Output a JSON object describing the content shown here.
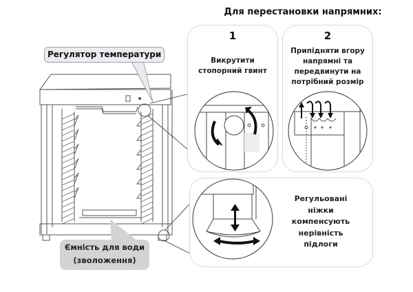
{
  "title": "Для перестановки напрямних:",
  "steps": [
    {
      "number": "1",
      "text_lines": [
        "Викрутити",
        "стопорний гвинт"
      ]
    },
    {
      "number": "2",
      "text_lines": [
        "Припідняти вгору",
        "напрямні та",
        "передвинути на",
        "потрібний розмір"
      ]
    }
  ],
  "feet_panel": {
    "text_lines": [
      "Регульовані",
      "ніжки",
      "компенсують",
      "нерівність",
      "підлоги"
    ]
  },
  "callouts": {
    "temperature": "Регулятор температури",
    "water_lines": [
      "Ємність для води",
      "(зволоження)"
    ]
  },
  "colors": {
    "line": "#444444",
    "panel_border": "#d8d8d8",
    "callout_bg": "#ebecef",
    "callout_border": "#9aa3ad",
    "water_callout_bg": "#d3d3d3",
    "arrow": "#111111"
  }
}
